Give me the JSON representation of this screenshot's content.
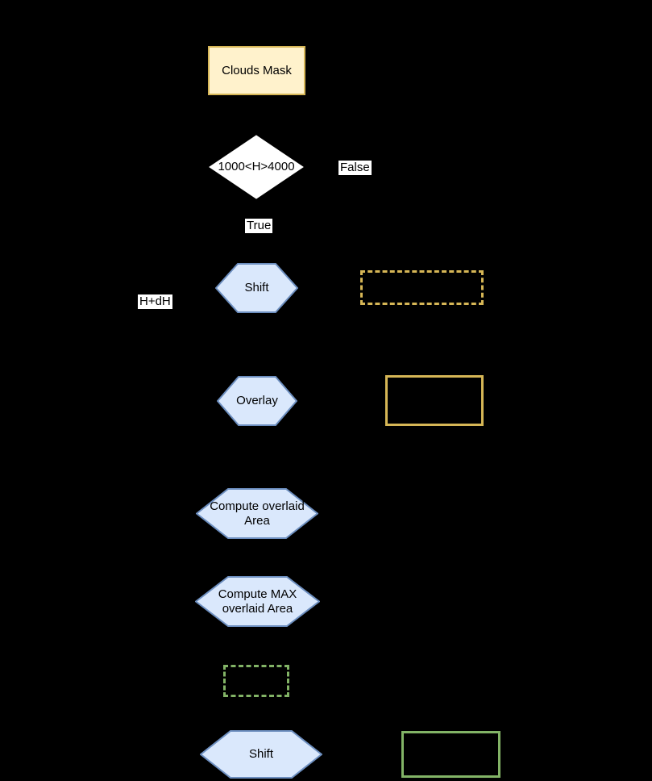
{
  "diagram": {
    "background_color": "#000000",
    "nodes": {
      "clouds_mask": {
        "label": "Clouds Mask",
        "type": "process",
        "fill": "#FFF2CC",
        "border": "#D6B656"
      },
      "decision": {
        "label": "1000<H>4000",
        "type": "decision",
        "fill": "#FFFFFF"
      },
      "shift1": {
        "label": "Shift",
        "type": "hexagon",
        "fill": "#DAE8FC",
        "border": "#6C8EBF"
      },
      "overlay": {
        "label": "Overlay",
        "type": "hexagon",
        "fill": "#DAE8FC",
        "border": "#6C8EBF"
      },
      "compute_overlaid": {
        "label": "Compute overlaid Area",
        "type": "hexagon",
        "fill": "#DAE8FC",
        "border": "#6C8EBF"
      },
      "compute_max": {
        "label": "Compute MAX overlaid Area",
        "type": "hexagon",
        "fill": "#DAE8FC",
        "border": "#6C8EBF"
      },
      "shift2": {
        "label": "Shift",
        "type": "hexagon",
        "fill": "#DAE8FC",
        "border": "#6C8EBF"
      },
      "gold_dashed_box": {
        "label": "",
        "type": "outline-box",
        "border": "#D6B656",
        "style": "dashed"
      },
      "gold_solid_box": {
        "label": "",
        "type": "outline-box",
        "border": "#D6B656",
        "style": "solid"
      },
      "green_dashed_box": {
        "label": "",
        "type": "outline-box",
        "border": "#82B366",
        "style": "dashed"
      },
      "green_solid_box": {
        "label": "",
        "type": "outline-box",
        "border": "#82B366",
        "style": "solid"
      }
    },
    "edge_labels": {
      "false_branch": "False",
      "true_branch": "True",
      "h_plus_dh": "H+dH"
    }
  }
}
